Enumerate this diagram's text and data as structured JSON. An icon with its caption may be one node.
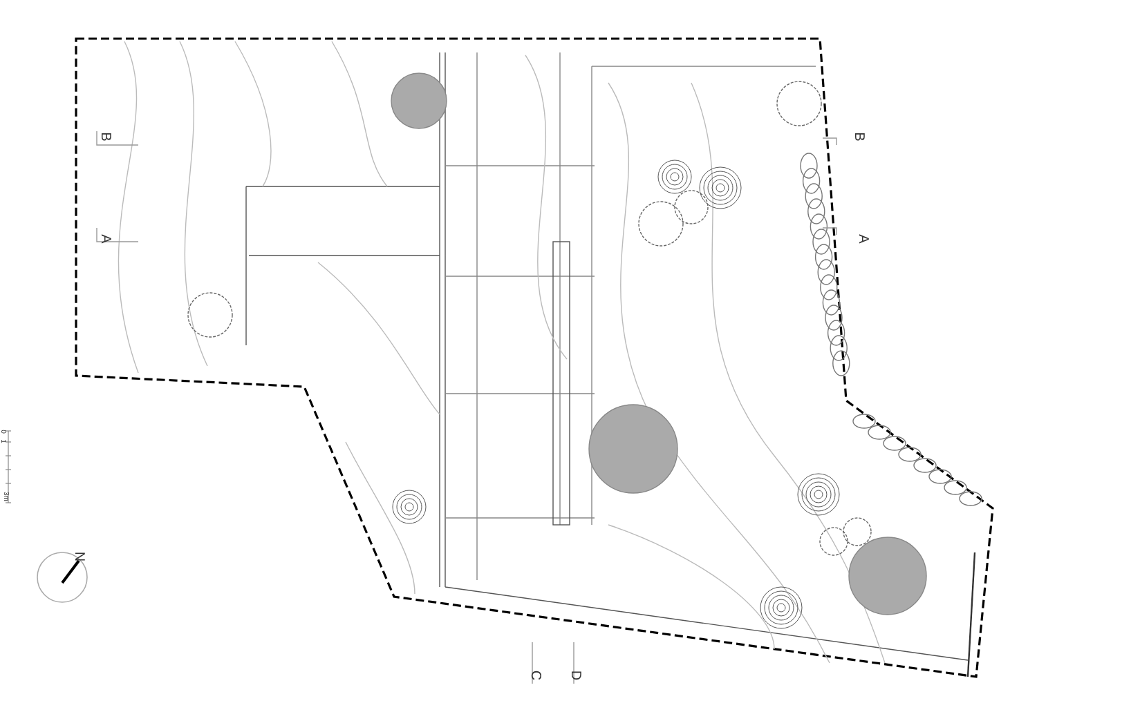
{
  "diagram": {
    "labels": [
      "B",
      "B",
      "A",
      "A",
      "0",
      "1",
      "3m",
      "N",
      "C",
      "D"
    ]
  }
}
